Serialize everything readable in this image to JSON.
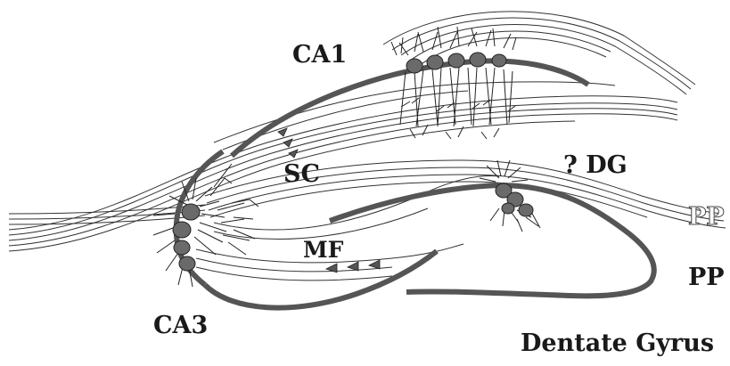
{
  "labels": {
    "ca1": "CA1",
    "sc": "SC",
    "dg": "? DG",
    "pp_upper": "PP",
    "mf": "MF",
    "pp_lower": "PP",
    "ca3": "CA3",
    "dentate_gyrus": "Dentate Gyrus"
  },
  "colors": {
    "ink": "#1a1a1a",
    "cell_body": "#6a6a6a",
    "pathway": "#555555"
  }
}
